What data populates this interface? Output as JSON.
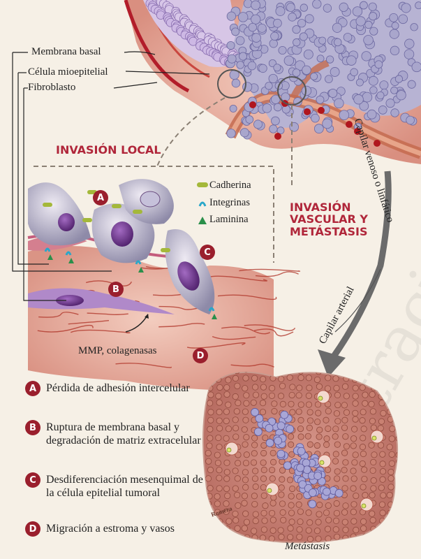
{
  "labels": {
    "membrana_basal": "Membrana basal",
    "celula_mioepitelial": "Célula mioepitelial",
    "fibroblasto": "Fibroblasto",
    "capilar_venoso": "Capilar venoso o linfático",
    "capilar_arterial": "Capilar arterial",
    "mmp": "MMP, colagenasas",
    "metastasis": "Metástasis",
    "author": "Romera"
  },
  "headings": {
    "invasion_local": "INVASIÓN LOCAL",
    "invasion_vascular_1": "INVASIÓN",
    "invasion_vascular_2": "VASCULAR Y",
    "invasion_vascular_3": "METÁSTASIS"
  },
  "key": [
    {
      "label": "Cadherina",
      "color": "#a4b83a"
    },
    {
      "label": "Integrinas",
      "color": "#2aa7c9"
    },
    {
      "label": "Laminina",
      "color": "#2a8f4a"
    }
  ],
  "markers": [
    "A",
    "B",
    "C",
    "D"
  ],
  "legend": [
    {
      "letter": "A",
      "text": "Pérdida de adhesión intercelular"
    },
    {
      "letter": "B",
      "text": "Ruptura de membrana basal y degradación de matriz extracelular"
    },
    {
      "letter": "C",
      "text": "Desdiferenciación mesenquimal de la célula epitelial tumoral"
    },
    {
      "letter": "D",
      "text": "Migración a estroma y vasos"
    }
  ],
  "watermark": "ilustración médica",
  "colors": {
    "accent": "#b0263a",
    "badge": "#9a1f2d",
    "tissue": "#e9b7a8",
    "tumor_cell": "#8f8db8",
    "nucleus": "#6a3a8a"
  }
}
